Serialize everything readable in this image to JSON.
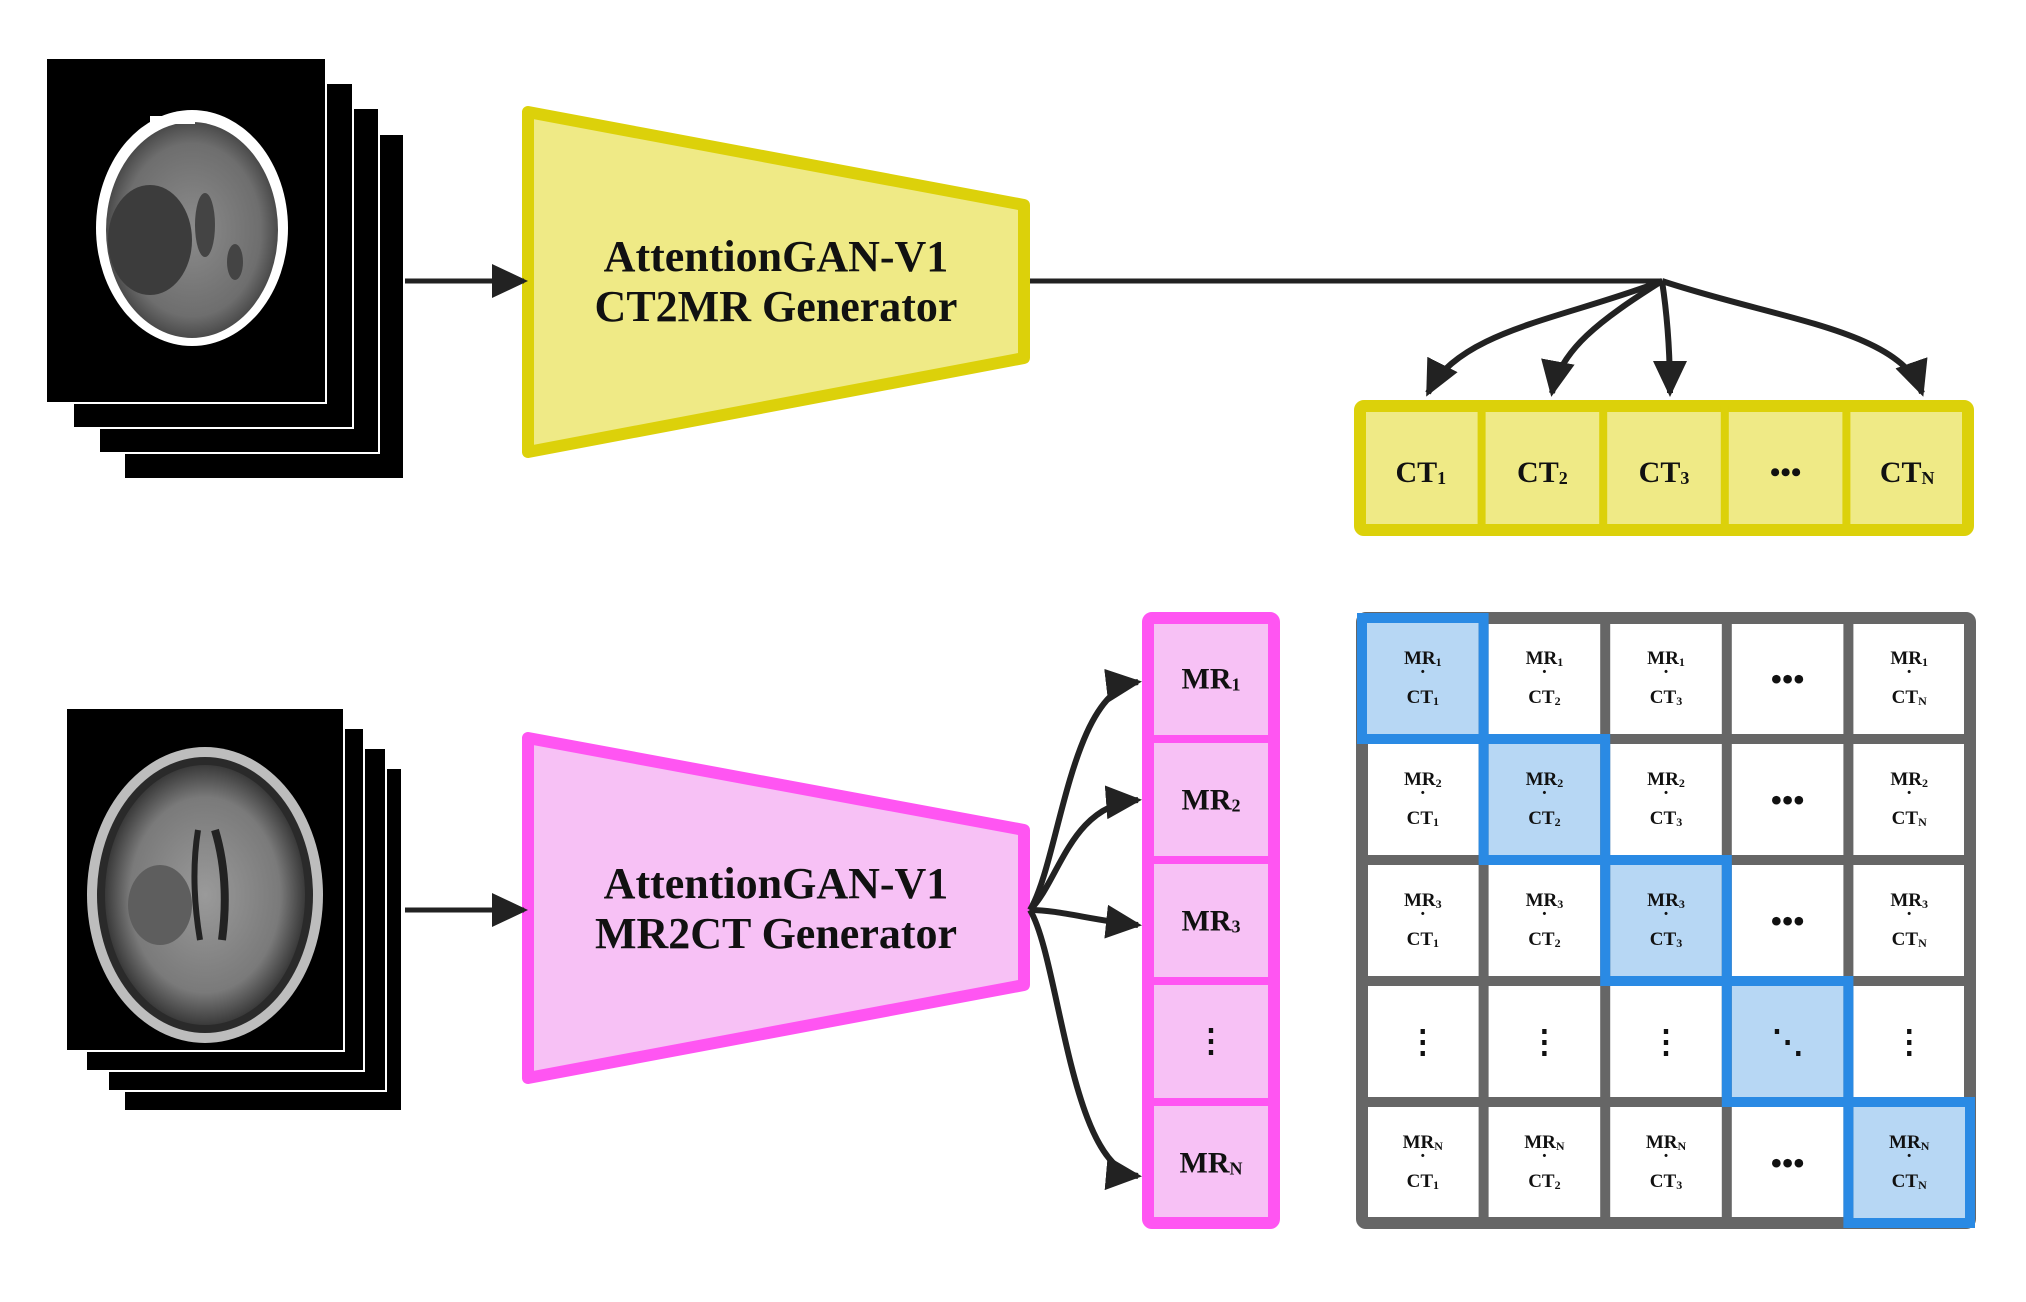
{
  "colors": {
    "ct_fill": "#efea86",
    "ct_border": "#dcd10a",
    "mr_fill": "#f7c1f5",
    "mr_border": "#ff55f2",
    "matrix_border": "#666666",
    "diag_fill": "#b7d7f4",
    "diag_border": "#2a8ae4",
    "arrow": "#222222"
  },
  "top_generator": {
    "line1": "AttentionGAN-V1",
    "line2": "CT2MR Generator"
  },
  "bottom_generator": {
    "line1": "AttentionGAN-V1",
    "line2": "MR2CT Generator"
  },
  "ct_cells": [
    {
      "base": "CT",
      "sub": "1"
    },
    {
      "base": "CT",
      "sub": "2"
    },
    {
      "base": "CT",
      "sub": "3"
    },
    {
      "base": "•••",
      "sub": ""
    },
    {
      "base": "CT",
      "sub": "N"
    }
  ],
  "mr_cells": [
    {
      "base": "MR",
      "sub": "1"
    },
    {
      "base": "MR",
      "sub": "2"
    },
    {
      "base": "MR",
      "sub": "3"
    },
    {
      "base": "⋮",
      "sub": ""
    },
    {
      "base": "MR",
      "sub": "N"
    }
  ],
  "matrix": {
    "row_subs": [
      "1",
      "2",
      "3",
      "",
      "N"
    ],
    "col_subs": [
      "1",
      "2",
      "3",
      "",
      "N"
    ],
    "mr_base": "MR",
    "ct_base": "CT",
    "dot": "·",
    "h_ellipsis": "•••",
    "v_ellipsis": "⋮",
    "diag_ellipsis": "⋱"
  },
  "icons": {
    "ct_stack": "ct-scan-stack-icon",
    "mr_stack": "mr-scan-stack-icon"
  }
}
